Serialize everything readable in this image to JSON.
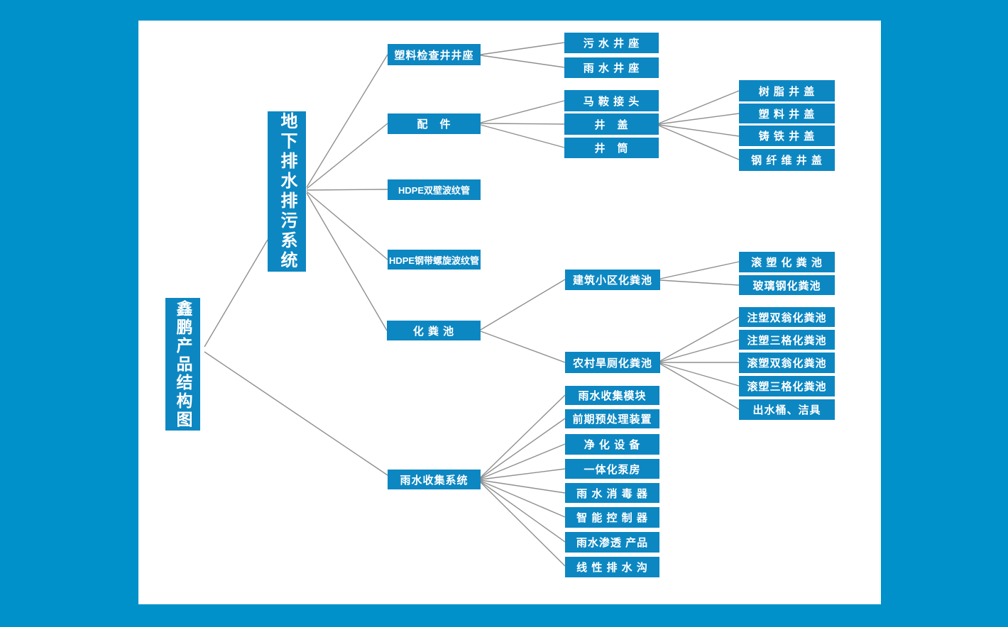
{
  "page": {
    "background_color": "#0091CB",
    "panel_color": "#FFFFFF",
    "node_fill_color": "#0D87C2",
    "node_text_color": "#FFFFFF",
    "connector_color": "#8F8F8F"
  },
  "diagram": {
    "title": "鑫鹏产品结构图",
    "nodes": {
      "root": {
        "label": "鑫鹏产品结构图"
      },
      "underground": {
        "label": "地下排水排污系统"
      },
      "inspection_well_seat": {
        "label": "塑料检查井井座"
      },
      "fittings": {
        "label": "配　件"
      },
      "hdpe_double_wall": {
        "label": "HDPE双壁波纹管"
      },
      "hdpe_steel_belt": {
        "label": "HDPE钢带螺旋波纹管"
      },
      "septic_tank": {
        "label": "化 粪 池"
      },
      "rainwater_system": {
        "label": "雨水收集系统"
      },
      "sewage_seat": {
        "label": "污 水 井 座"
      },
      "rain_seat": {
        "label": "雨 水 井 座"
      },
      "saddle_joint": {
        "label": "马 鞍 接 头"
      },
      "well_cover": {
        "label": "井　盖"
      },
      "well_barrel": {
        "label": "井　筒"
      },
      "resin_cover": {
        "label": "树 脂 井 盖"
      },
      "plastic_cover": {
        "label": "塑 料 井 盖"
      },
      "cast_iron_cover": {
        "label": "铸 铁 井 盖"
      },
      "steel_fiber_cover": {
        "label": "钢 纤 维 井 盖"
      },
      "residential_septic": {
        "label": "建筑小区化粪池"
      },
      "rural_septic": {
        "label": "农村旱厕化粪池"
      },
      "roto_septic": {
        "label": "滚 塑 化 粪 池"
      },
      "frp_septic": {
        "label": "玻璃钢化粪池"
      },
      "inj_double_septic": {
        "label": "注塑双翁化粪池"
      },
      "inj_three_septic": {
        "label": "注塑三格化粪池"
      },
      "roto_double_septic": {
        "label": "滚塑双翁化粪池"
      },
      "roto_three_septic": {
        "label": "滚塑三格化粪池"
      },
      "outlet_bucket": {
        "label": "出水桶、洁具"
      },
      "rain_module": {
        "label": "雨水收集模块"
      },
      "pretreatment": {
        "label": "前期预处理装置"
      },
      "purification": {
        "label": "净 化 设 备"
      },
      "pump_house": {
        "label": "一体化泵房"
      },
      "rain_disinfector": {
        "label": "雨 水 消 毒 器"
      },
      "smart_controller": {
        "label": "智 能 控 制 器"
      },
      "rain_infiltration": {
        "label": "雨水渗透 产品"
      },
      "linear_drain": {
        "label": "线 性 排 水 沟"
      }
    },
    "hierarchy": {
      "root": [
        "underground",
        "rainwater_system"
      ],
      "underground": [
        "inspection_well_seat",
        "fittings",
        "hdpe_double_wall",
        "hdpe_steel_belt",
        "septic_tank"
      ],
      "inspection_well_seat": [
        "sewage_seat",
        "rain_seat"
      ],
      "fittings": [
        "saddle_joint",
        "well_cover",
        "well_barrel"
      ],
      "well_cover": [
        "resin_cover",
        "plastic_cover",
        "cast_iron_cover",
        "steel_fiber_cover"
      ],
      "septic_tank": [
        "residential_septic",
        "rural_septic"
      ],
      "residential_septic": [
        "roto_septic",
        "frp_septic"
      ],
      "rural_septic": [
        "inj_double_septic",
        "inj_three_septic",
        "roto_double_septic",
        "roto_three_septic",
        "outlet_bucket"
      ],
      "rainwater_system": [
        "rain_module",
        "pretreatment",
        "purification",
        "pump_house",
        "rain_disinfector",
        "smart_controller",
        "rain_infiltration",
        "linear_drain"
      ]
    }
  }
}
